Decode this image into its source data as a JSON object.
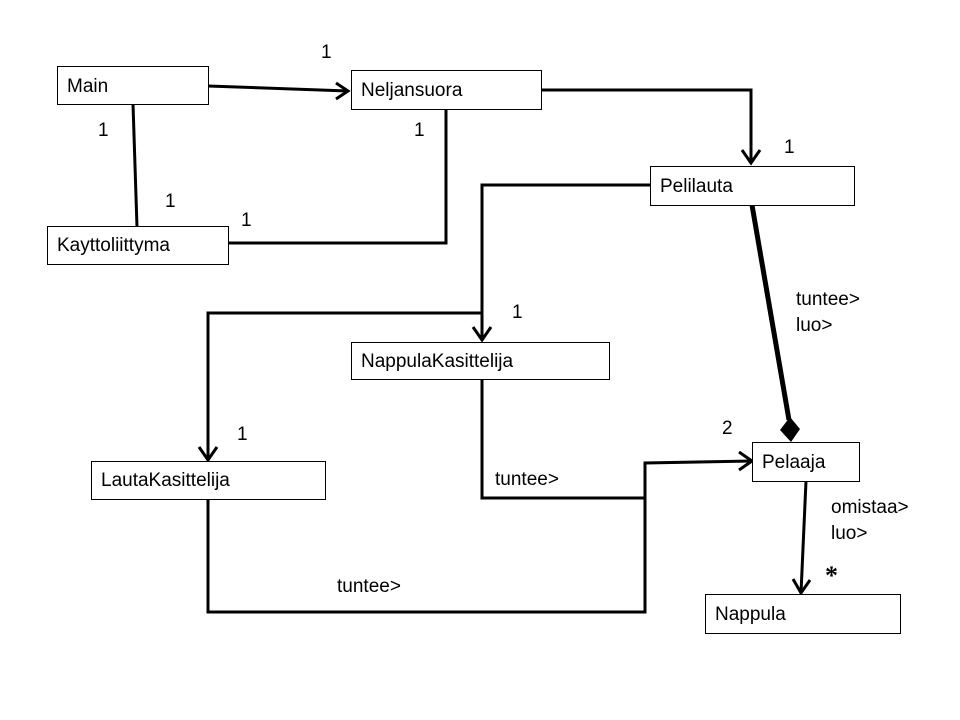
{
  "classes": {
    "main": "Main",
    "neljansuora": "Neljansuora",
    "kayttoliittyma": "Kayttoliittyma",
    "pelilauta": "Pelilauta",
    "nappulakasittelija": "NappulaKasittelija",
    "lautakasittelija": "LautaKasittelija",
    "pelaaja": "Pelaaja",
    "nappula": "Nappula"
  },
  "multiplicities": {
    "main_neljansuora": "1",
    "main_kayttoliittyma_top": "1",
    "main_kayttoliittyma_bottom": "1",
    "neljansuora_kayttoliittyma_top": "1",
    "neljansuora_kayttoliittyma_bottom": "1",
    "neljansuora_pelilauta": "1",
    "pelilauta_nappulakasittelija": "1",
    "pelilauta_lautakasittelija": "1",
    "pelilauta_pelaaja": "2",
    "pelaaja_nappula": "*"
  },
  "association_labels": {
    "pelilauta_pelaaja": "tuntee>\nluo>",
    "nappulakasittelija_pelaaja": "tuntee>",
    "lautakasittelija_pelaaja": "tuntee>",
    "pelaaja_nappula": "omistaa>\nluo>"
  }
}
